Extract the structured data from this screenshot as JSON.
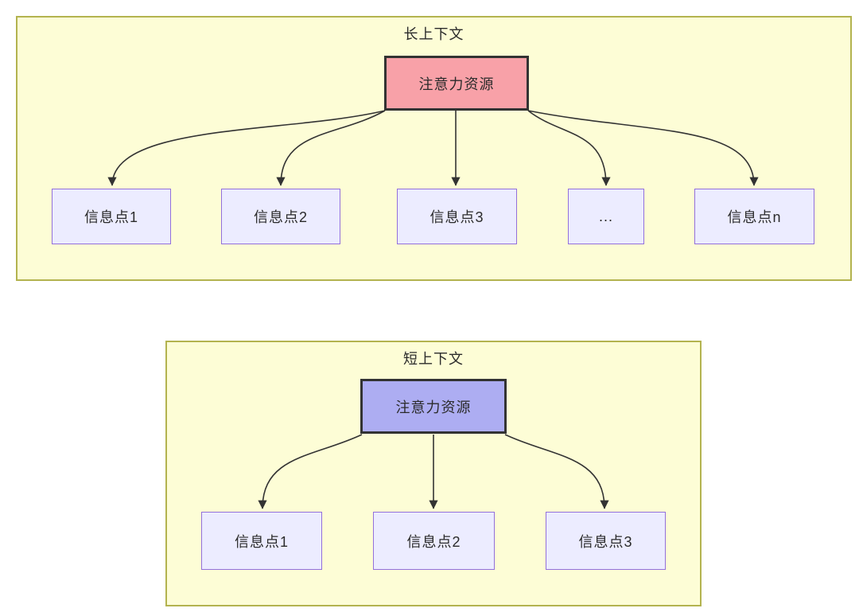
{
  "colors": {
    "panel_fill": "#fdfdd6",
    "panel_border": "#b3b34f",
    "long_attention_fill": "#f8a1a8",
    "short_attention_fill": "#adadf2",
    "attention_border": "#333333",
    "node_fill": "#ececff",
    "node_border": "#9370db",
    "arrow_color": "#333333",
    "text_color": "#2b2b2b"
  },
  "long_context_panel": {
    "title": "长上下文",
    "attention_box": "注意力资源",
    "info_nodes": [
      "信息点1",
      "信息点2",
      "信息点3",
      "...",
      "信息点n"
    ]
  },
  "short_context_panel": {
    "title": "短上下文",
    "attention_box": "注意力资源",
    "info_nodes": [
      "信息点1",
      "信息点2",
      "信息点3"
    ]
  }
}
